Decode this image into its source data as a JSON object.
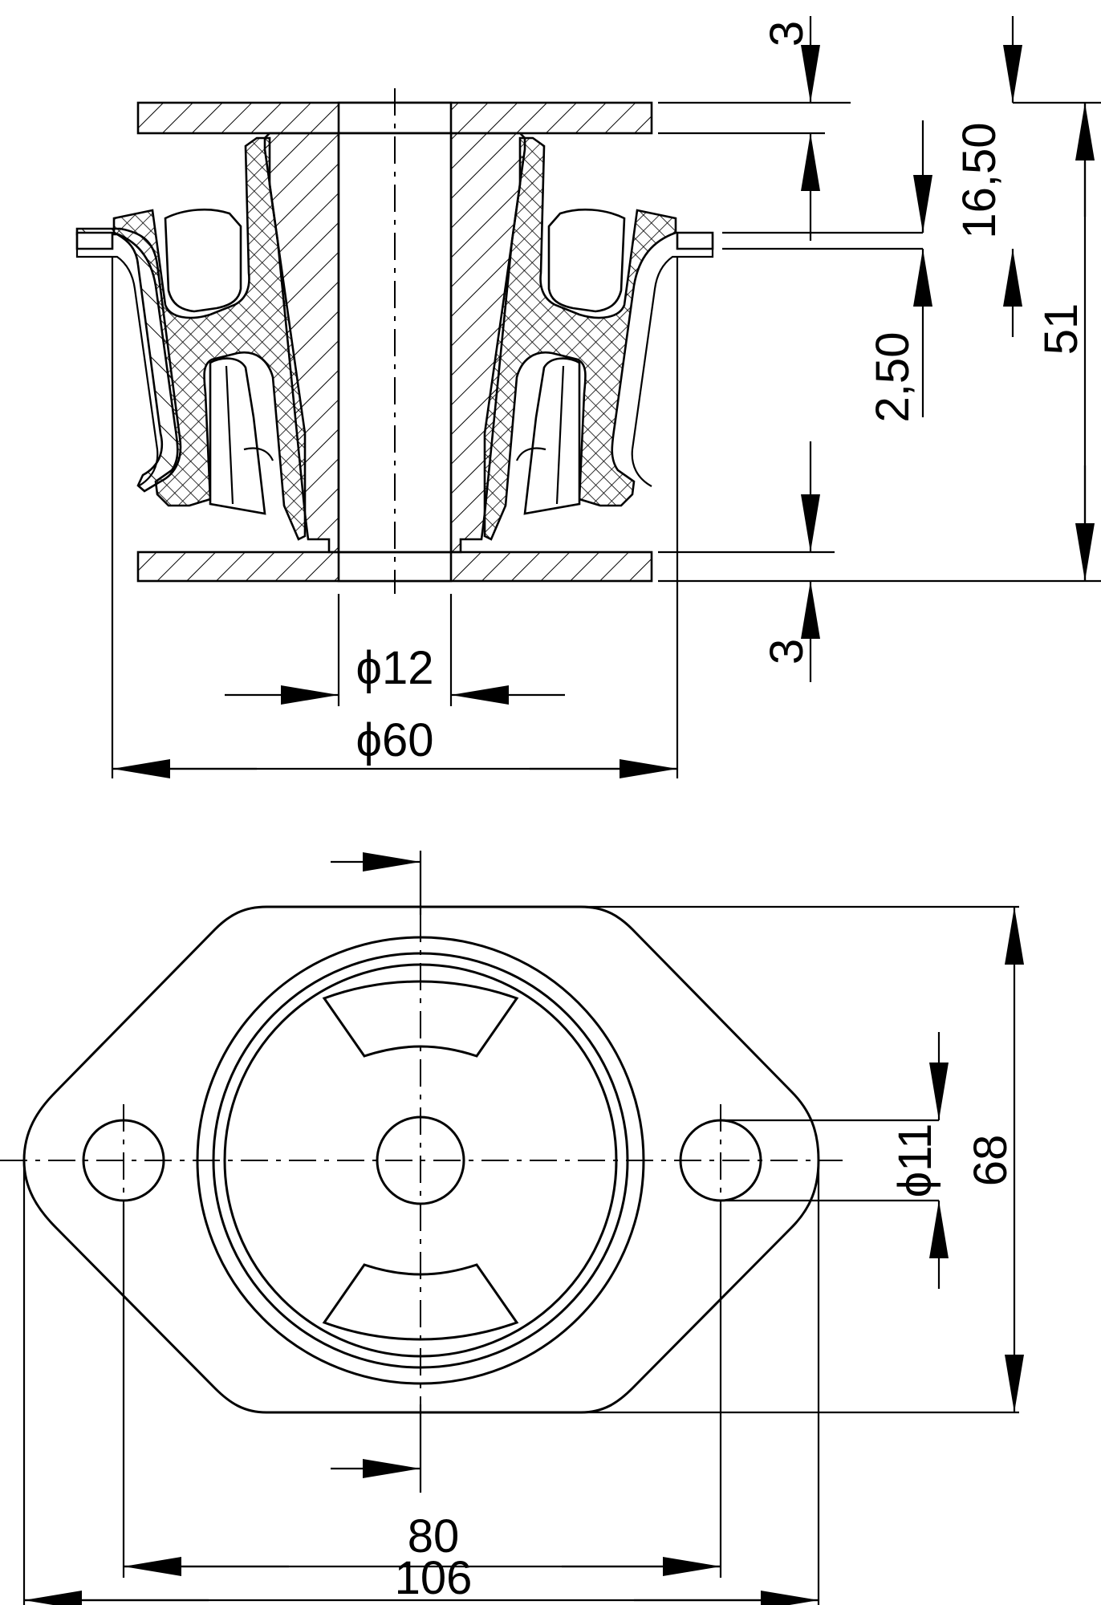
{
  "side_view": {
    "dims": {
      "plate_top": "3",
      "plate_bottom": "3",
      "upper_height": "16,50",
      "flange": "2,50",
      "total_height": "51",
      "bore_diameter": "ϕ12",
      "body_diameter": "ϕ60"
    }
  },
  "plan_view": {
    "dims": {
      "hole_diameter": "ϕ11",
      "width": "68",
      "hole_spacing": "80",
      "overall_length": "106"
    }
  }
}
